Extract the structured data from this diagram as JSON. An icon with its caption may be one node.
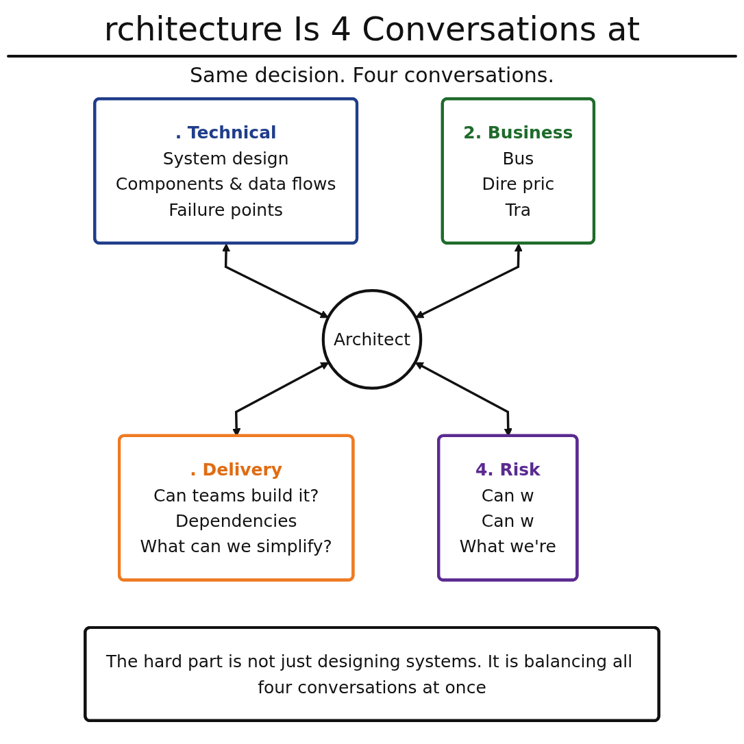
{
  "diagram": {
    "title": "rchitecture Is 4 Conversations at",
    "nodes": [
      {
        "text": [
          ". Technical",
          "System design",
          "Components & data flows",
          "Failure points"
        ]
      },
      {
        "text": [
          "2. Business",
          "Bus",
          "Dire pric",
          "Tra"
        ]
      },
      {
        "text": [
          "Architect"
        ]
      },
      {
        "text": [
          ". Delivery",
          "Can teams build it?",
          "Dependencies",
          "What can we simplify?"
        ]
      },
      {
        "text": [
          "4. Risk",
          "Can w",
          "Can w",
          "What we're"
        ]
      },
      {
        "text": [
          "The hard part is not just designing systems. It is balancing all four conversations at once"
        ]
      }
    ],
    "edges": [
      {
        "from": 0,
        "to": 2,
        "arrow": "both"
      },
      {
        "from": 1,
        "to": 2,
        "arrow": "both"
      },
      {
        "from": 2,
        "to": 3,
        "arrow": "both"
      },
      {
        "from": 2,
        "to": 4,
        "arrow": "both"
      }
    ],
    "labels": [
      "Same decision. Four conversations."
    ]
  }
}
